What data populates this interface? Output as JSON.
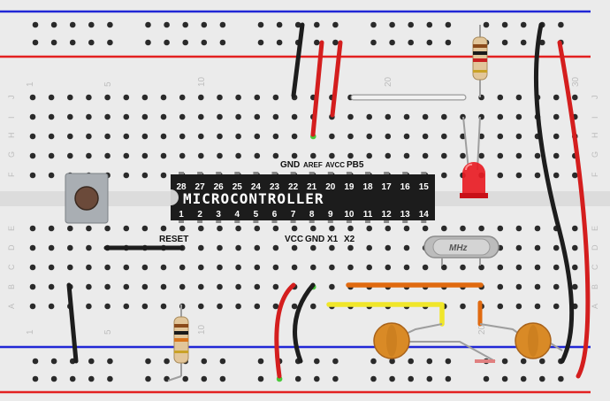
{
  "colors": {
    "board": "#ebebeb",
    "rail_red": "#e32121",
    "rail_blue": "#2127d6",
    "hole": "#2a2a2a",
    "hole_active": "#49c93b",
    "chip_body": "#1c1c1c",
    "wire_black": "#1d1d1d",
    "wire_red": "#d41e1e",
    "wire_orange": "#e06a10",
    "wire_yellow": "#f0e62a",
    "wire_white": "#f2f2f2",
    "led": "#e81c24",
    "capacitor": "#d98a26"
  },
  "chip": {
    "name": "MICROCONTROLLER",
    "top_pins": [
      "28",
      "27",
      "26",
      "25",
      "24",
      "23",
      "22",
      "21",
      "20",
      "19",
      "18",
      "17",
      "16",
      "15"
    ],
    "bottom_pins": [
      "1",
      "2",
      "3",
      "4",
      "5",
      "6",
      "7",
      "8",
      "9",
      "10",
      "11",
      "12",
      "13",
      "14"
    ]
  },
  "labels": {
    "gnd_top": "GND",
    "aref": "AREF",
    "avcc": "AVCC",
    "pb5": "PB5",
    "reset": "RESET",
    "vcc": "VCC",
    "gnd_bottom": "GND",
    "x1": "X1",
    "x2": "X2"
  },
  "crystal": {
    "label": "MHz"
  },
  "board_numbers": {
    "top": [
      "1",
      "5",
      "10",
      "20",
      "30"
    ],
    "bottom": [
      "1",
      "5",
      "10",
      "20"
    ]
  },
  "row_letters": {
    "upper": [
      "J",
      "I",
      "H",
      "G",
      "F"
    ],
    "lower": [
      "E",
      "D",
      "C",
      "B",
      "A"
    ]
  },
  "icons": {
    "button": "push-button-icon",
    "led": "led-icon",
    "resistor": "resistor-icon",
    "crystal": "crystal-icon",
    "capacitor": "capacitor-icon"
  }
}
